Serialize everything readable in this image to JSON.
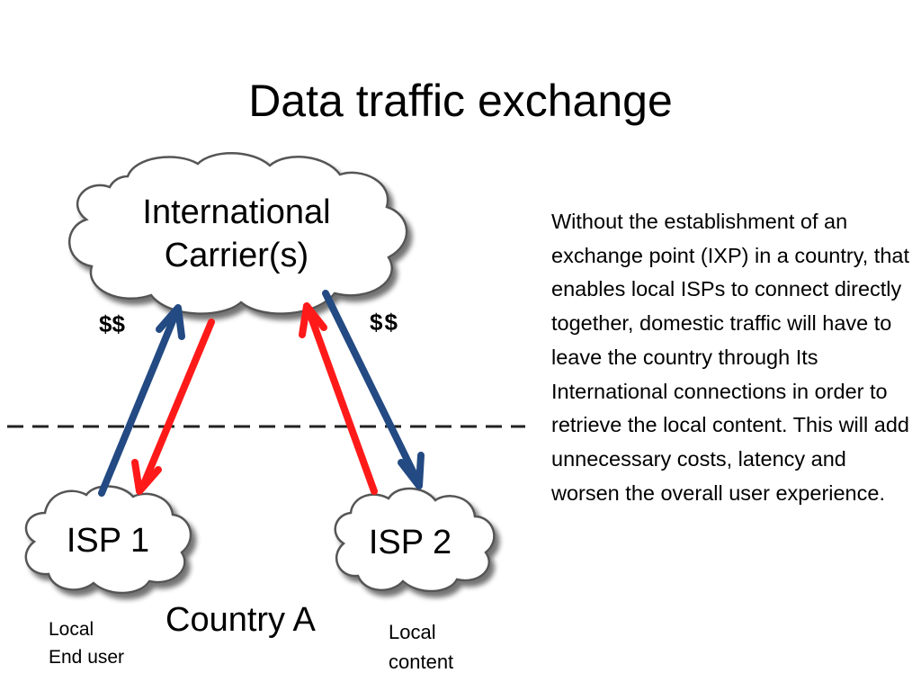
{
  "title": "Data traffic exchange",
  "clouds": {
    "carrier_line1": "International",
    "carrier_line2": "Carrier(s)",
    "isp1": "ISP 1",
    "isp2": "ISP 2"
  },
  "money_left": "$$",
  "money_right": "$$",
  "country_label": "Country A",
  "end_user_line1": "Local",
  "end_user_line2": "End user",
  "content_line1": "Local",
  "content_line2": "content",
  "description": "Without the establishment of an exchange point (IXP) in a country, that enables local ISPs to connect directly together, domestic traffic will have to leave the country through Its International connections in order to retrieve the local content. This will add unnecessary costs, latency and worsen the overall user experience.",
  "colors": {
    "blue_arrow": "#234a82",
    "red_arrow": "#ff1a1a",
    "border_line": "#222222",
    "cloud_fill": "#ffffff",
    "cloud_stroke": "#555555"
  },
  "icons": {
    "cloud": "cloud-shape",
    "arrow": "arrow"
  }
}
